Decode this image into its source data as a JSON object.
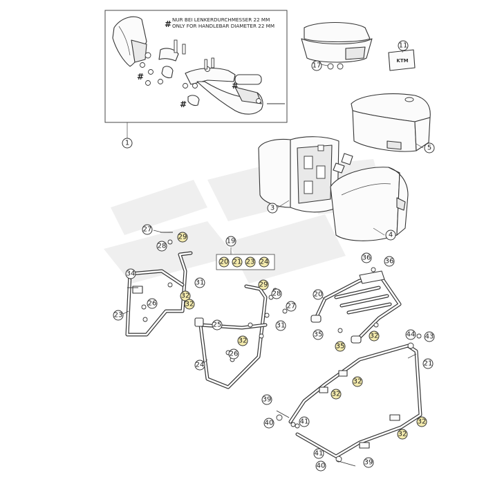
{
  "note": {
    "symbol": "#",
    "line1": "NUR BEI LENKERDURCHMESSER 22 MM",
    "line2": "ONLY FOR HANDLEBAR DIAMETER 22 MM"
  },
  "hash_marks": [
    "#",
    "#",
    "#"
  ],
  "callouts": {
    "c1": "1",
    "c3": "3",
    "c4": "4",
    "c5": "5",
    "c11": "11",
    "c17": "17",
    "c19": "19",
    "c20a": "20",
    "c21a": "21",
    "c23a": "23",
    "c24a": "24",
    "c27a": "27",
    "c28a": "28",
    "c29a": "29",
    "c34": "34",
    "c31a": "31",
    "c26a": "26",
    "c32a": "32",
    "c32b": "32",
    "c23": "23",
    "c29b": "29",
    "c28b": "28",
    "c27b": "27",
    "c25": "25",
    "c31b": "31",
    "c32c": "32",
    "c26b": "26",
    "c24": "24",
    "c36a": "36",
    "c36b": "36",
    "c20": "20",
    "c35a": "35",
    "c35b": "35",
    "c32d": "32",
    "c44": "44",
    "c43": "43",
    "c21": "21",
    "c32e": "32",
    "c32f": "32",
    "c39a": "39",
    "c40a": "40",
    "c41a": "41",
    "c32g": "32",
    "c32h": "32",
    "c41b": "41",
    "c40b": "40",
    "c39b": "39"
  },
  "colors": {
    "highlight": "#f4ebad",
    "line": "#333333",
    "watermark": "#ececec"
  }
}
